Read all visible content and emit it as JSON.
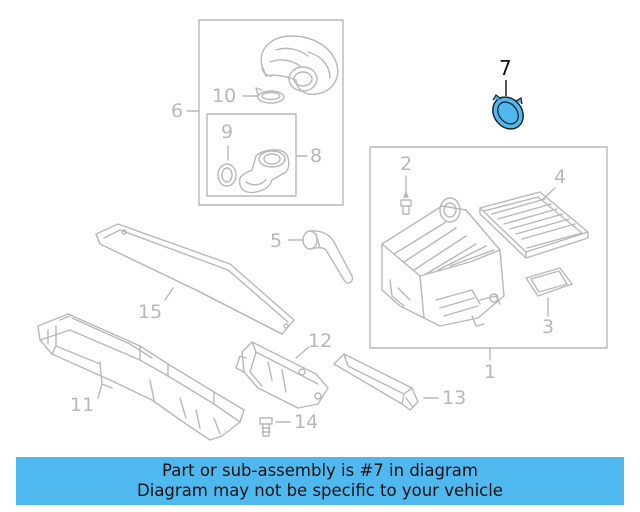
{
  "diagram": {
    "highlight_color": "#4fb8ef",
    "line_color": "#b8b8b8",
    "callouts": {
      "c1": "1",
      "c2": "2",
      "c3": "3",
      "c4": "4",
      "c5": "5",
      "c6": "6",
      "c7": "7",
      "c8": "8",
      "c9": "9",
      "c10": "10",
      "c11": "11",
      "c12": "12",
      "c13": "13",
      "c14": "14",
      "c15": "15"
    }
  },
  "banner": {
    "color": "#4fb8ef",
    "line1": "Part or sub-assembly is #7 in diagram",
    "line2": "Diagram may not be specific to your vehicle"
  }
}
